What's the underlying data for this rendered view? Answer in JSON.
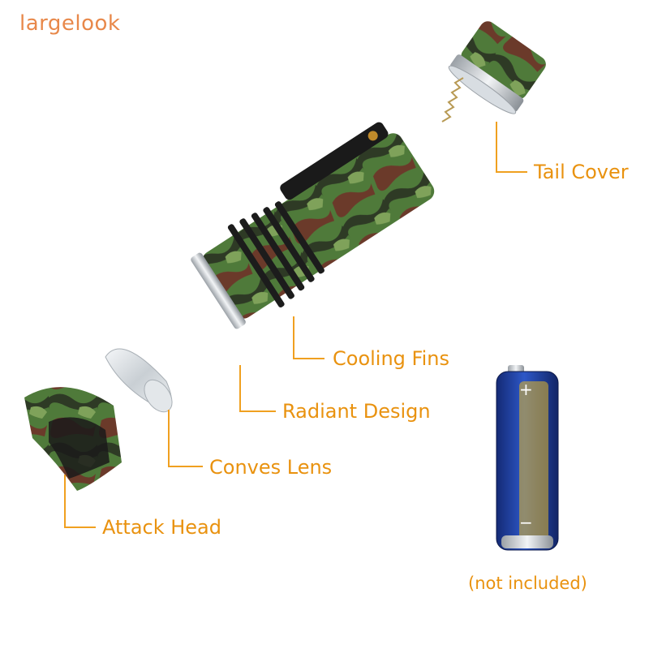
{
  "brand": {
    "name": "largelook"
  },
  "callouts": {
    "tail_cover": "Tail Cover",
    "cooling_fins": "Cooling Fins",
    "radiant_design": "Radiant Design",
    "conves_lens": "Conves Lens",
    "attack_head": "Attack Head"
  },
  "battery": {
    "note": "(not included)",
    "plus_sign": "+",
    "minus_sign": "−"
  },
  "colors": {
    "brand_text": "#e8884a",
    "label_text": "#e9920f",
    "leader_line": "#f0a020",
    "camo_green": "#4f7a3a",
    "camo_dark": "#2e3a25",
    "camo_brown": "#6b3a2a",
    "battery_blue": "#1f3f9e"
  }
}
